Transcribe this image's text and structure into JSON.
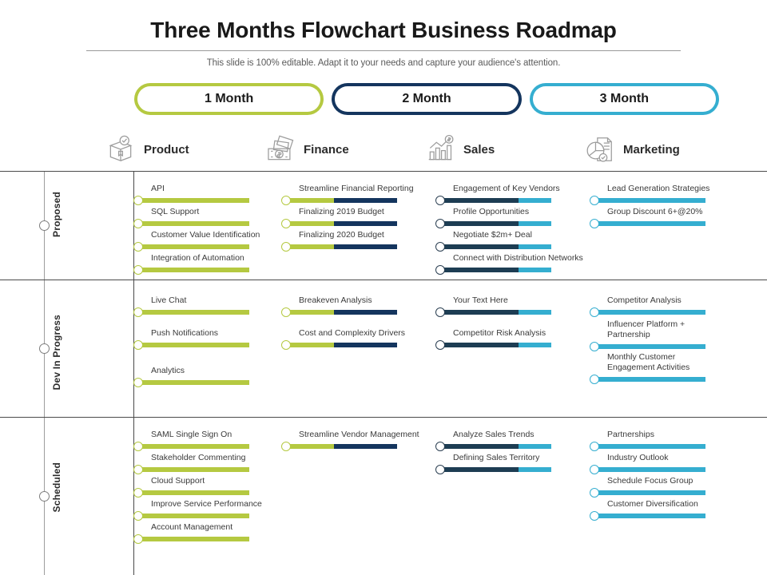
{
  "header": {
    "title": "Three Months Flowchart Business Roadmap",
    "subtitle": "This slide is 100% editable. Adapt it to your needs and capture your audience's attention."
  },
  "months": [
    {
      "label": "1 Month",
      "color": "#b5c941"
    },
    {
      "label": "2 Month",
      "color": "#14355e"
    },
    {
      "label": "3 Month",
      "color": "#35aed0"
    }
  ],
  "categories": [
    {
      "label": "Product",
      "icon": "box-check-icon"
    },
    {
      "label": "Finance",
      "icon": "banknote-dollar-icon"
    },
    {
      "label": "Sales",
      "icon": "bar-chart-dollar-icon"
    },
    {
      "label": "Marketing",
      "icon": "pie-chart-document-icon"
    }
  ],
  "palette": {
    "green": "#b5c941",
    "navy": "#14355e",
    "navy_dark": "#1d3d53",
    "blue": "#35aed0",
    "grid_line": "#4a4a4a"
  },
  "rows": [
    {
      "label": "Proposed",
      "columns": [
        {
          "category": "Product",
          "items": [
            {
              "label": "API"
            },
            {
              "label": "SQL Support"
            },
            {
              "label": "Customer Value Identification"
            },
            {
              "label": "Integration of Automation"
            }
          ]
        },
        {
          "category": "Finance",
          "items": [
            {
              "label": "Streamline Financial Reporting"
            },
            {
              "label": "Finalizing 2019 Budget"
            },
            {
              "label": "Finalizing 2020 Budget"
            }
          ]
        },
        {
          "category": "Sales",
          "items": [
            {
              "label": "Engagement of Key Vendors"
            },
            {
              "label": "Profile Opportunities"
            },
            {
              "label": "Negotiate $2m+ Deal"
            },
            {
              "label": "Connect with Distribution Networks"
            }
          ]
        },
        {
          "category": "Marketing",
          "items": [
            {
              "label": "Lead Generation Strategies"
            },
            {
              "label": "Group Discount 6+@20%"
            }
          ]
        }
      ]
    },
    {
      "label": "Dev In Progress",
      "columns": [
        {
          "category": "Product",
          "items": [
            {
              "label": "Live Chat"
            },
            {
              "label": "Push Notifications"
            },
            {
              "label": "Analytics"
            }
          ]
        },
        {
          "category": "Finance",
          "items": [
            {
              "label": "Breakeven Analysis"
            },
            {
              "label": "Cost and Complexity Drivers"
            }
          ]
        },
        {
          "category": "Sales",
          "items": [
            {
              "label": "Your Text Here"
            },
            {
              "label": "Competitor Risk Analysis"
            }
          ]
        },
        {
          "category": "Marketing",
          "items": [
            {
              "label": "Competitor Analysis"
            },
            {
              "label": "Influencer Platform +\nPartnership"
            },
            {
              "label": "Monthly Customer\nEngagement Activities"
            }
          ]
        }
      ]
    },
    {
      "label": "Scheduled",
      "columns": [
        {
          "category": "Product",
          "items": [
            {
              "label": "SAML Single Sign On"
            },
            {
              "label": "Stakeholder Commenting"
            },
            {
              "label": "Cloud Support"
            },
            {
              "label": "Improve Service Performance"
            },
            {
              "label": "Account Management"
            }
          ]
        },
        {
          "category": "Finance",
          "items": [
            {
              "label": "Streamline Vendor Management"
            }
          ]
        },
        {
          "category": "Sales",
          "items": [
            {
              "label": "Analyze Sales Trends"
            },
            {
              "label": "Defining Sales Territory"
            }
          ]
        },
        {
          "category": "Marketing",
          "items": [
            {
              "label": "Partnerships"
            },
            {
              "label": "Industry Outlook"
            },
            {
              "label": "Schedule Focus Group"
            },
            {
              "label": "Customer Diversification"
            }
          ]
        }
      ]
    }
  ]
}
